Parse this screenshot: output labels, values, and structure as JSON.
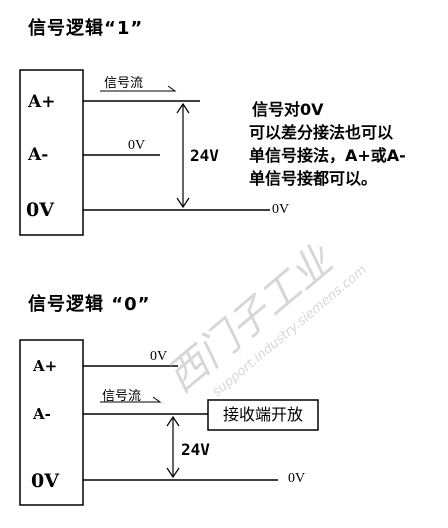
{
  "logic1": {
    "title": "信号逻辑“1”",
    "pin_a_plus": "A+",
    "pin_a_minus": "A-",
    "pin_0v": "0V",
    "flow_label": "信号流",
    "a_minus_wire_label": "0V",
    "voltage": "24V",
    "ground_wire_label": "0V",
    "note_lines": [
      "信号对0V",
      "可以差分接法也可以",
      "单信号接法，A+或A-",
      "单信号接都可以。"
    ]
  },
  "logic0": {
    "title": "信号逻辑 “0”",
    "pin_a_plus": "A+",
    "pin_a_minus": "A-",
    "pin_0v": "0V",
    "a_plus_wire_label": "0V",
    "flow_label": "信号流",
    "receiver_box": "接收端开放",
    "voltage": "24V",
    "ground_wire_label": "0V"
  },
  "watermark": {
    "text_cn": "西门子工业",
    "text_en": "support.industry.siemens.com"
  },
  "colors": {
    "line": "#000000",
    "watermark": "#b8b8b8"
  }
}
